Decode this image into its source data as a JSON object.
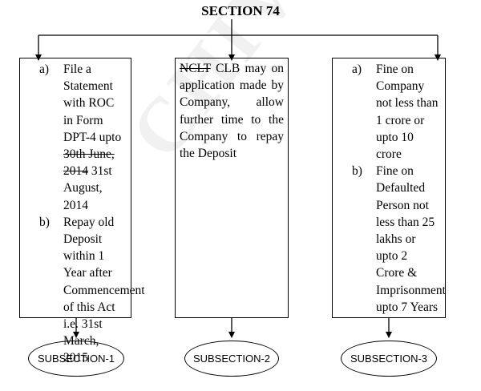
{
  "header": {
    "title": "SECTION 74"
  },
  "watermark": "CHIVISING",
  "boxes": [
    {
      "items": [
        {
          "marker": "a)",
          "text_before": "File a Statement with ROC in Form DPT-4 upto ",
          "struck": "30th June, 2014",
          "text_after": " 31st August, 2014"
        },
        {
          "marker": "b)",
          "text": "Repay old Deposit within 1 Year after Commencement of this Act i.e. 31st March, 2015"
        }
      ]
    },
    {
      "struck": "NCLT",
      "text": " CLB may on application made by Company, allow further time to the Company to repay the Deposit"
    },
    {
      "items": [
        {
          "marker": "a)",
          "text": "Fine on Company not less than 1 crore or upto 10 crore"
        },
        {
          "marker": "b)",
          "text": "Fine on Defaulted Person not less than 25 lakhs or upto 2 Crore & Imprisonment upto 7 Years"
        }
      ]
    }
  ],
  "subsections": [
    "SUBSECTION-1",
    "SUBSECTION-2",
    "SUBSECTION-3"
  ]
}
